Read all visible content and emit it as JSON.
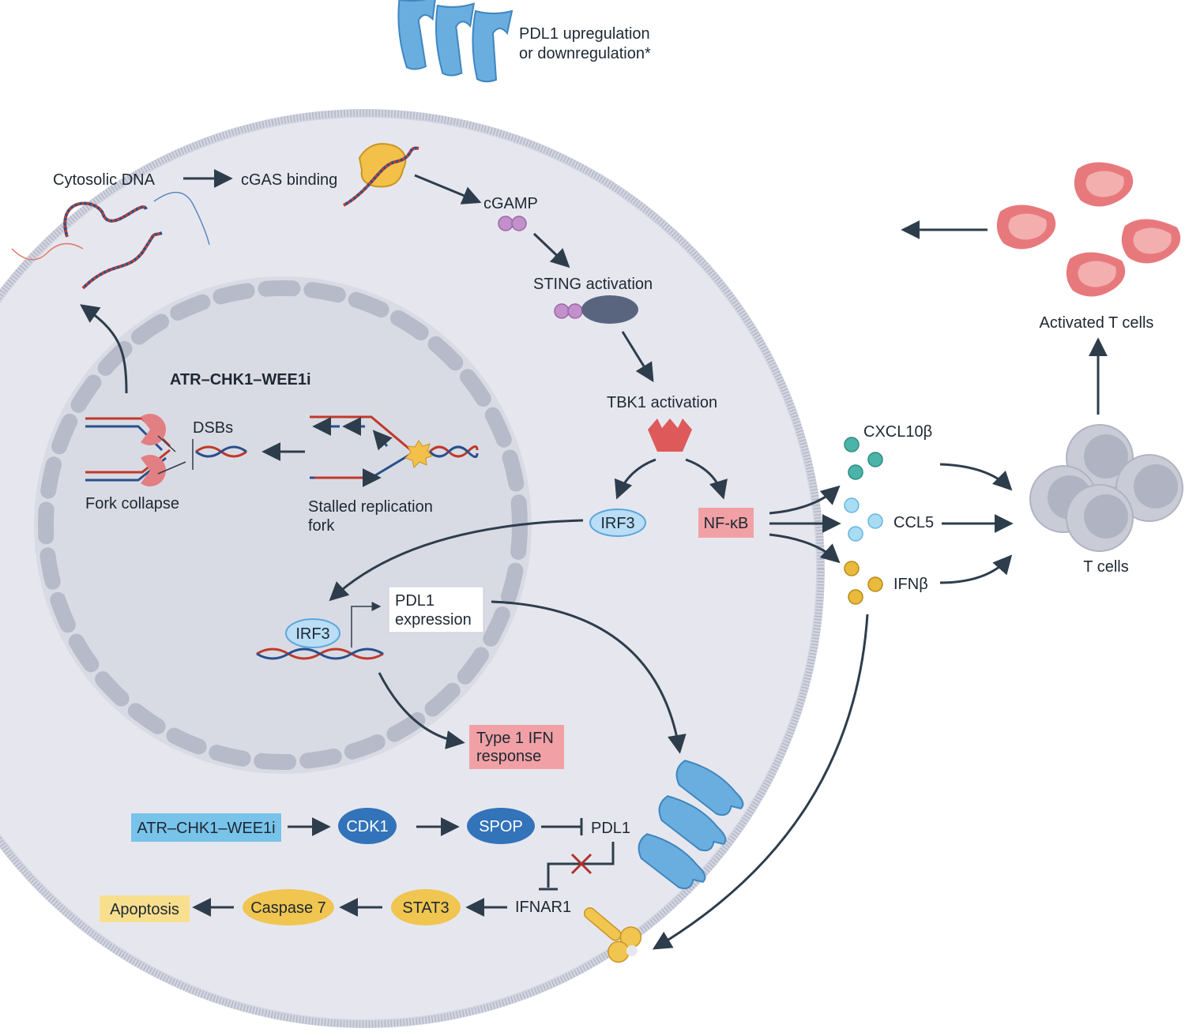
{
  "labels": {
    "pdl1_membrane_line1": "PDL1 upregulation",
    "pdl1_membrane_line2": "or downregulation*",
    "cytosolic_dna": "Cytosolic DNA",
    "cgas_binding": "cGAS binding",
    "cgamp": "cGAMP",
    "sting_activation": "STING activation",
    "tbk1_activation": "TBK1 activation",
    "atr_chk1_wee1i_nucleus": "ATR–CHK1–WEE1i",
    "dsbs": "DSBs",
    "fork_collapse": "Fork collapse",
    "stalled_fork_line1": "Stalled replication",
    "stalled_fork_line2": "fork",
    "irf3_cytoplasm": "IRF3",
    "nfkb": "NF-κB",
    "irf3_nucleus": "IRF3",
    "pdl1_expression_line1": "PDL1",
    "pdl1_expression_line2": "expression",
    "type1_ifn_line1": "Type 1 IFN",
    "type1_ifn_line2": "response",
    "cxcl10": "CXCL10β",
    "ccl5": "CCL5",
    "ifnb": "IFNβ",
    "t_cells": "T cells",
    "activated_t_cells": "Activated T cells",
    "atr_chk1_wee1i_box": "ATR–CHK1–WEE1i",
    "cdk1": "CDK1",
    "spop": "SPOP",
    "pdl1": "PDL1",
    "ifnar1": "IFNAR1",
    "stat3": "STAT3",
    "caspase7": "Caspase 7",
    "apoptosis": "Apoptosis"
  },
  "colors": {
    "cell_fill": "#e6e7ee",
    "membrane": "#b9bccb",
    "nucleus_fill": "#d9dbe4",
    "nucleus_dash": "#b6bac9",
    "arrow": "#2e3d4c",
    "dna_red": "#c0392b",
    "dna_blue": "#27508c",
    "pdl1_blue": "#6aaee0",
    "irf3_light_blue": "#b9def5",
    "cdk1_blue": "#3273ba",
    "atr_box_blue": "#78c3ea",
    "red_box": "#f1a1a5",
    "yellow_box": "#f8df8d",
    "yellow_oval": "#f0c550",
    "sting_dark": "#59657f",
    "cgamp_purple": "#c290ca",
    "tbk1_red": "#de5a5a",
    "cgas_yellow": "#f3c04a",
    "cxcl10_teal": "#4bb4a8",
    "ccl5_light_blue": "#a8dcf3",
    "ifnb_yellow": "#e9ba3b",
    "t_cell_grey": "#c9ccd6",
    "activated_t_cell_red": "#e7797d"
  },
  "icons": {
    "pdl1_receptor": "pdl1-receptor-icon",
    "ifnar1_receptor": "ifnar1-receptor-icon",
    "cgas_enzyme": "cgas-enzyme-icon",
    "tbk1_kinase": "tbk1-kinase-icon",
    "sting_dimer": "sting-icon",
    "cgamp_molecule": "cgamp-icon",
    "replication_fork": "replication-fork-icon",
    "t_cell": "t-cell-icon",
    "activated_t_cell": "activated-t-cell-icon"
  }
}
